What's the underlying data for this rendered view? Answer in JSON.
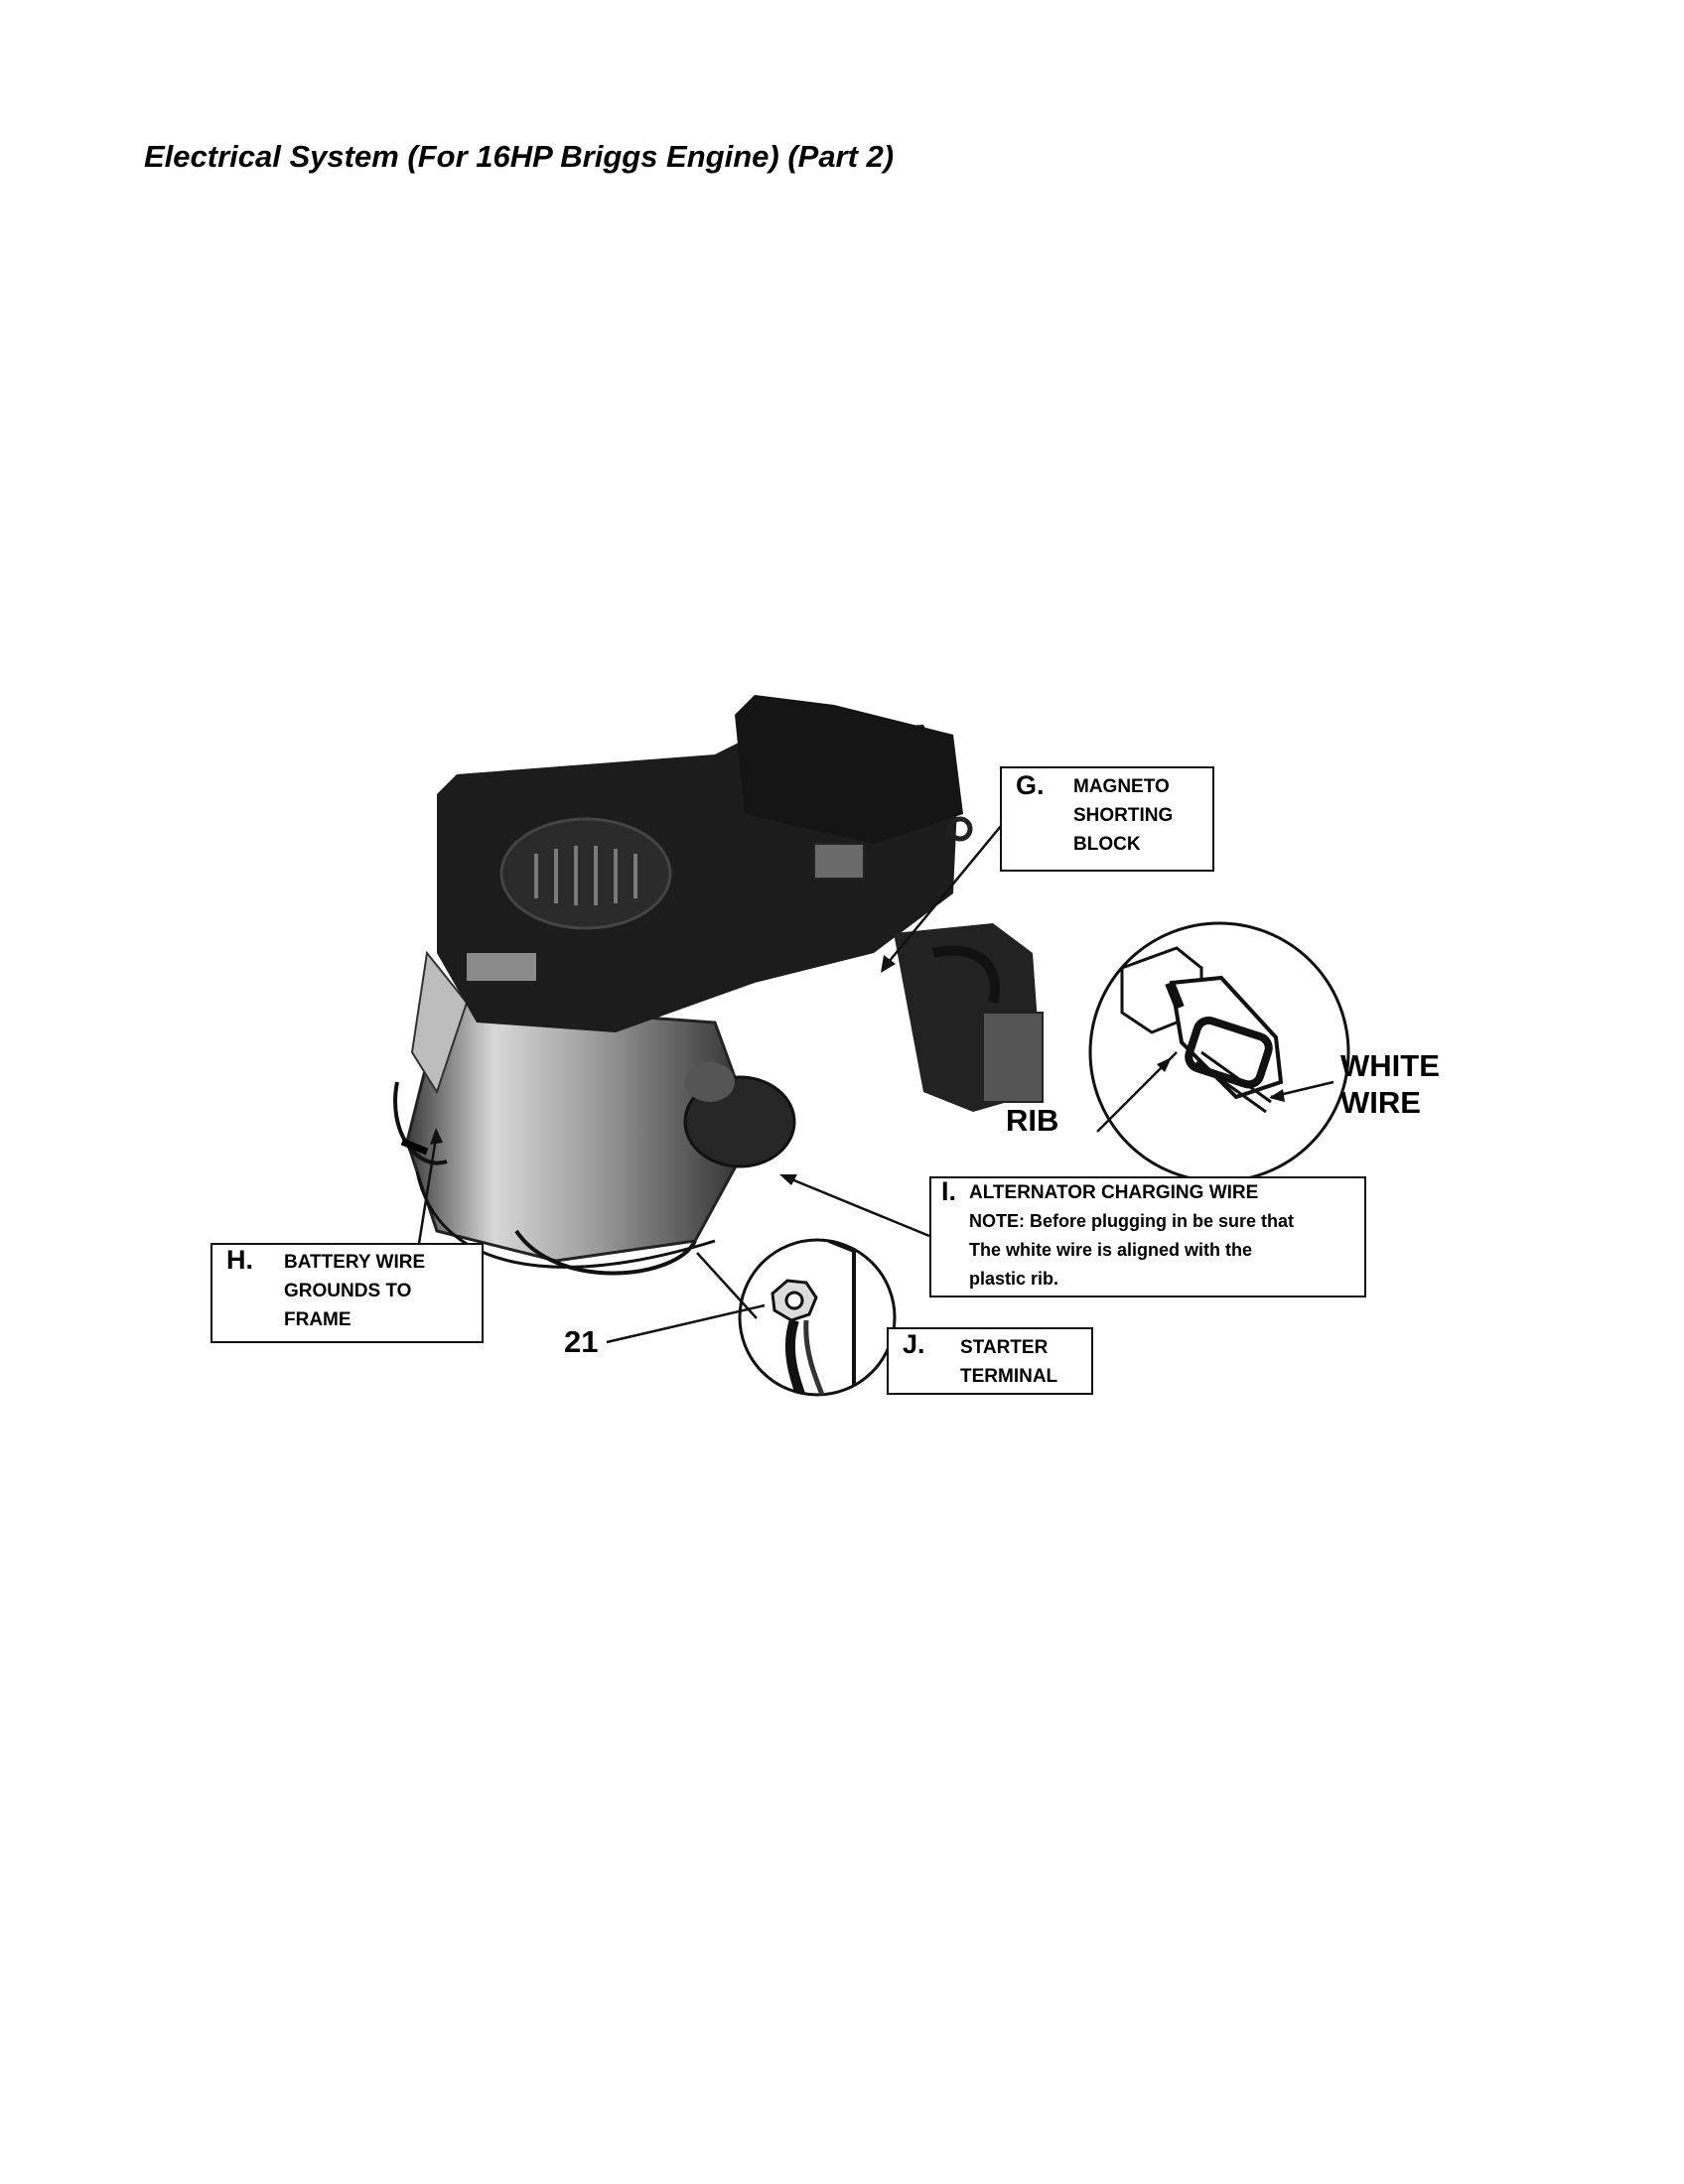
{
  "page": {
    "title": "Electrical System (For 16HP Briggs Engine) (Part 2)"
  },
  "callouts": {
    "g": {
      "letter": "G.",
      "lines": [
        "MAGNETO",
        "SHORTING",
        "BLOCK"
      ]
    },
    "h": {
      "letter": "H.",
      "lines": [
        "BATTERY WIRE",
        "GROUNDS TO",
        "FRAME"
      ]
    },
    "i": {
      "letter": "I.",
      "heading": "ALTERNATOR CHARGING WIRE",
      "note_lines": [
        "NOTE: Before plugging in be sure that",
        "The white wire is aligned with the",
        "plastic rib."
      ]
    },
    "j": {
      "letter": "J.",
      "lines": [
        "STARTER",
        "TERMINAL"
      ]
    }
  },
  "labels": {
    "rib": "RIB",
    "white_wire": [
      "WHITE",
      "WIRE"
    ],
    "part_21": "21"
  },
  "colors": {
    "ink": "#000000",
    "engine_dark": "#1c1c1c",
    "engine_mid": "#555555",
    "paper": "#ffffff"
  }
}
